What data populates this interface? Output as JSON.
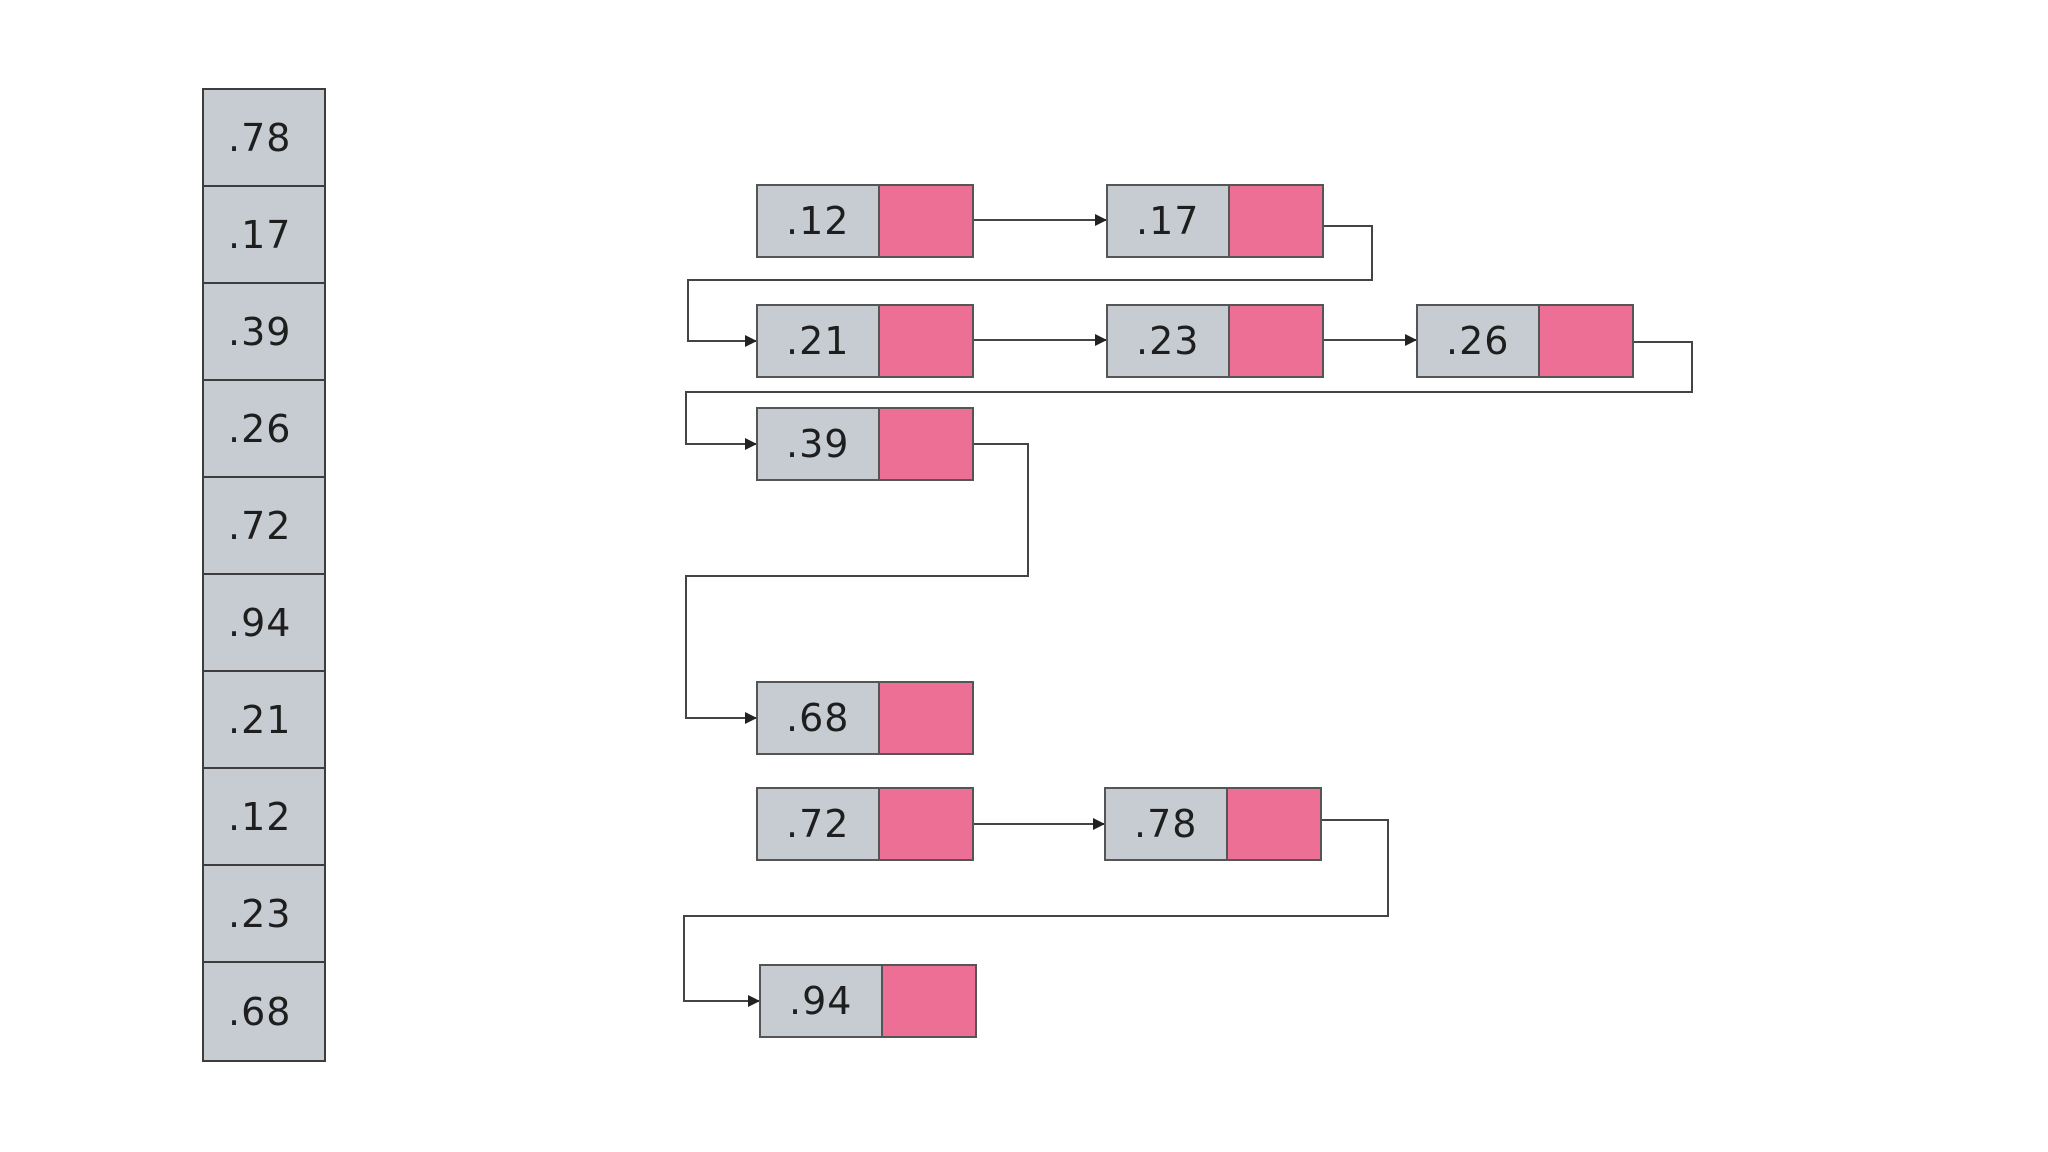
{
  "array": [
    ".78",
    ".17",
    ".39",
    ".26",
    ".72",
    ".94",
    ".21",
    ".12",
    ".23",
    ".68"
  ],
  "nodes": [
    ".12",
    ".17",
    ".21",
    ".23",
    ".26",
    ".39",
    ".68",
    ".72",
    ".78",
    ".94"
  ],
  "colors": {
    "cell_fill": "#c6ccd1",
    "pointer_fill": "#ee6f96",
    "line": "#444444"
  }
}
